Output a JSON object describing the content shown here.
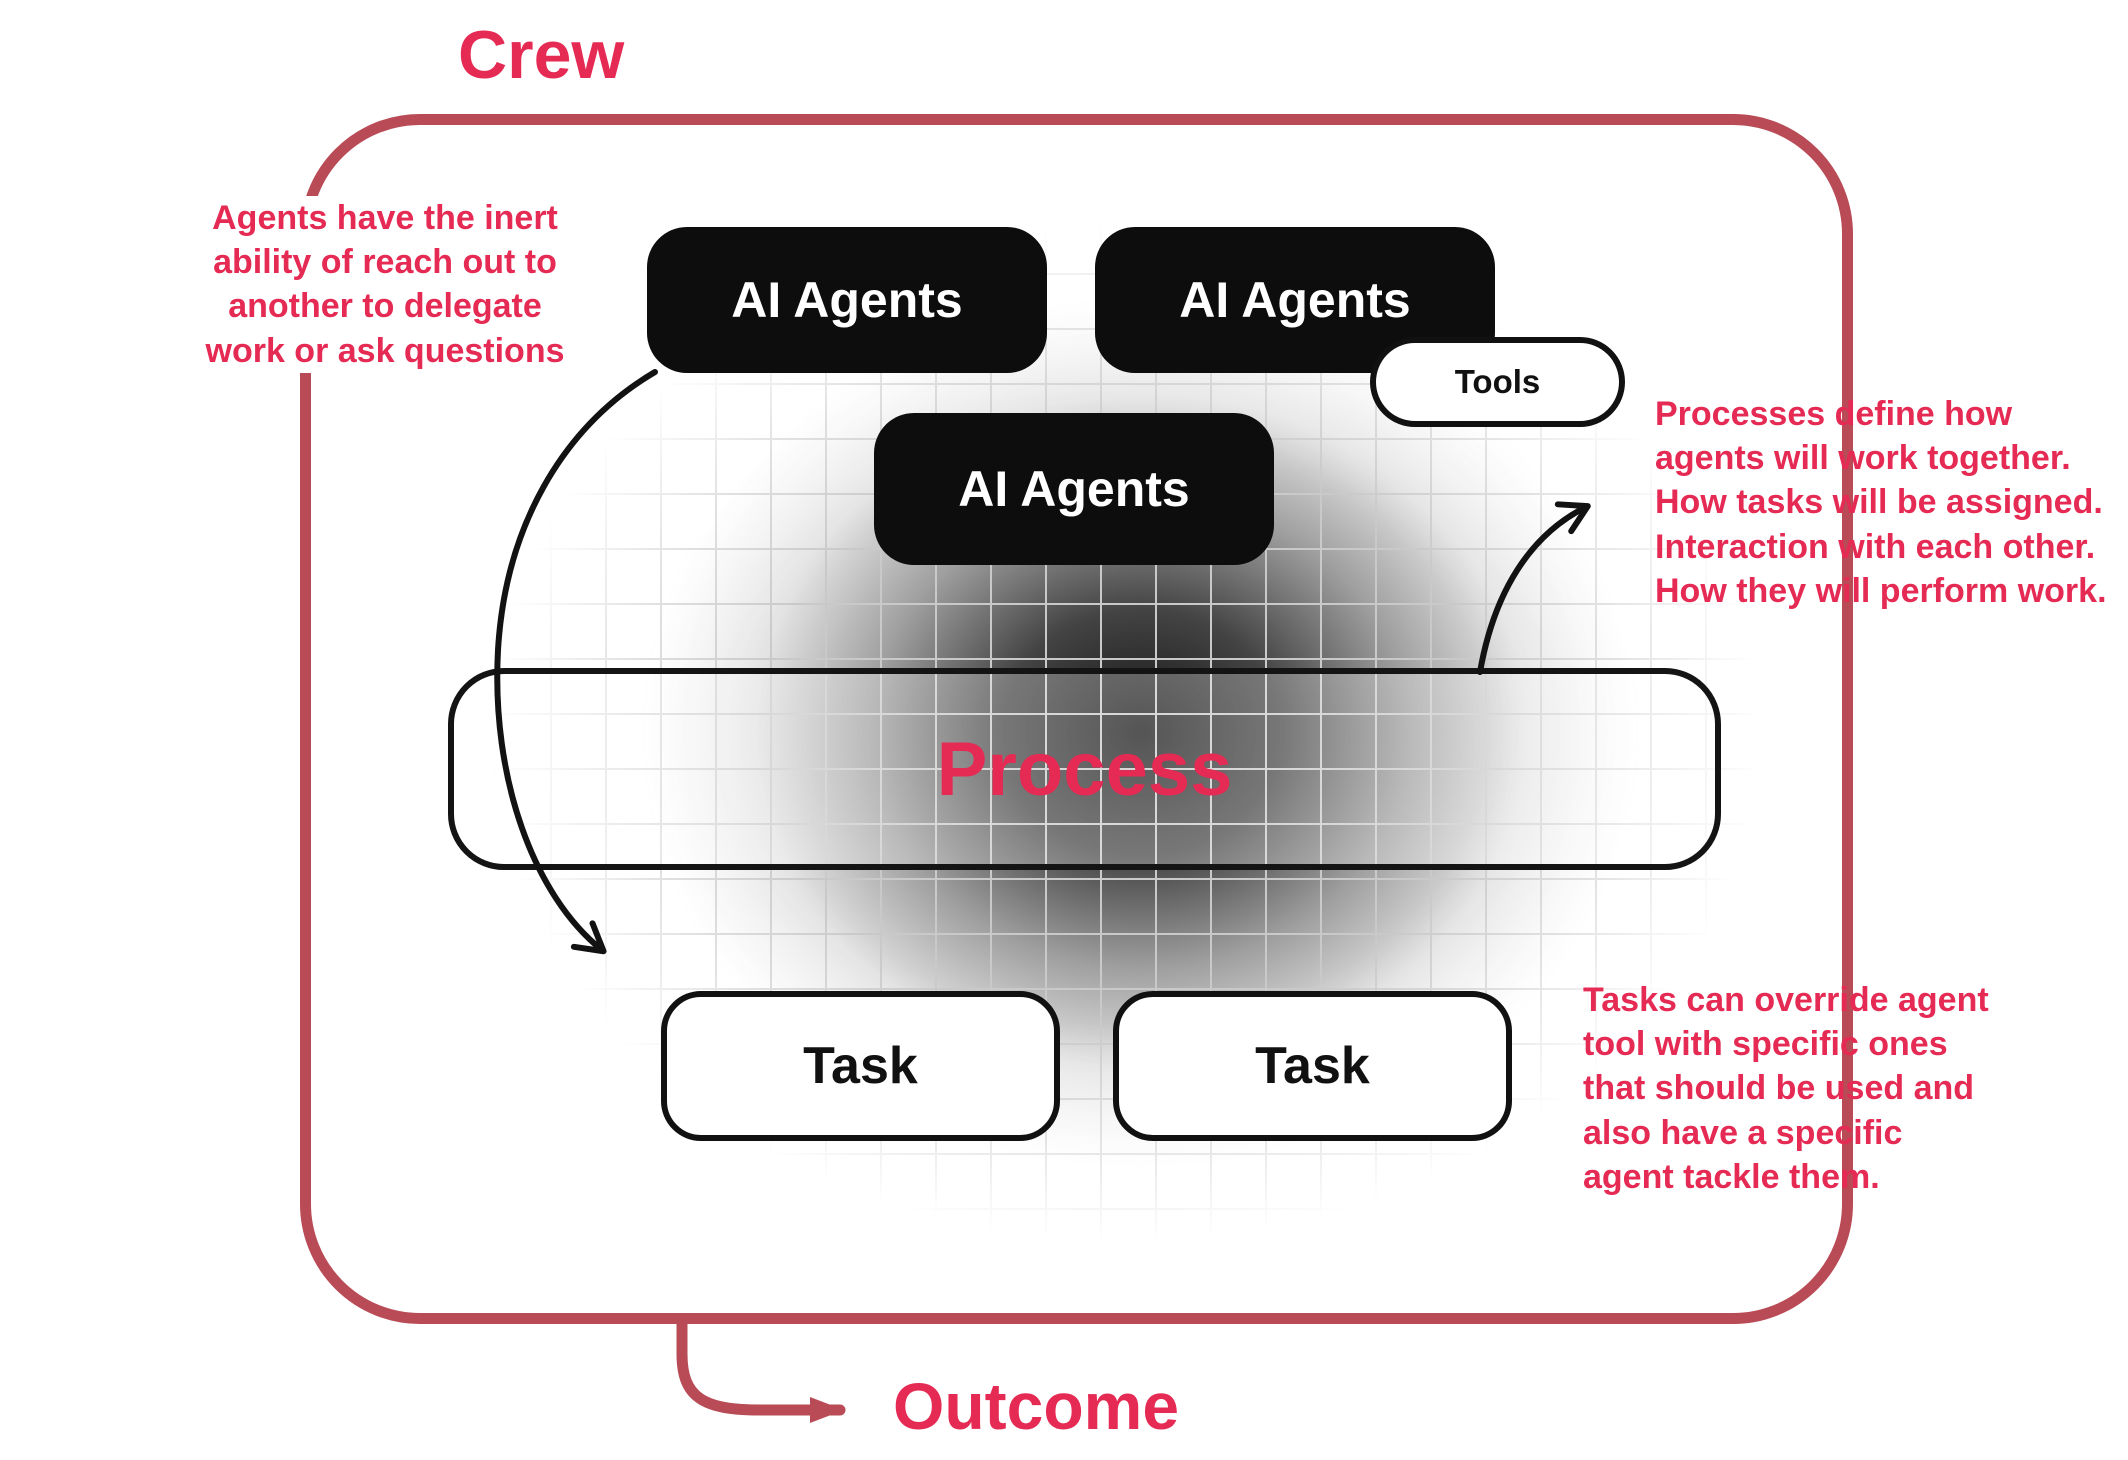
{
  "colors": {
    "accent_text": "#e52a54",
    "frame_border": "#b94b56",
    "agent_box": "#0d0d0d",
    "outline_black": "#111111"
  },
  "crew": {
    "title": "Crew"
  },
  "nodes": {
    "agents": [
      {
        "label": "AI Agents"
      },
      {
        "label": "AI Agents"
      },
      {
        "label": "AI Agents"
      }
    ],
    "tools": {
      "label": "Tools"
    },
    "process": {
      "label": "Process"
    },
    "tasks": [
      {
        "label": "Task"
      },
      {
        "label": "Task"
      }
    ]
  },
  "annotations": {
    "left": "Agents have the inert\nability of reach out to\nanother to delegate\nwork or ask questions",
    "right_top": "Processes define how\nagents will work together.\nHow tasks will be assigned.\nInteraction with each other.\nHow they will perform work.",
    "right_bottom": "Tasks can override agent\ntool with specific ones\nthat should be used and\nalso have a specific\nagent tackle them."
  },
  "outcome": {
    "label": "Outcome"
  }
}
